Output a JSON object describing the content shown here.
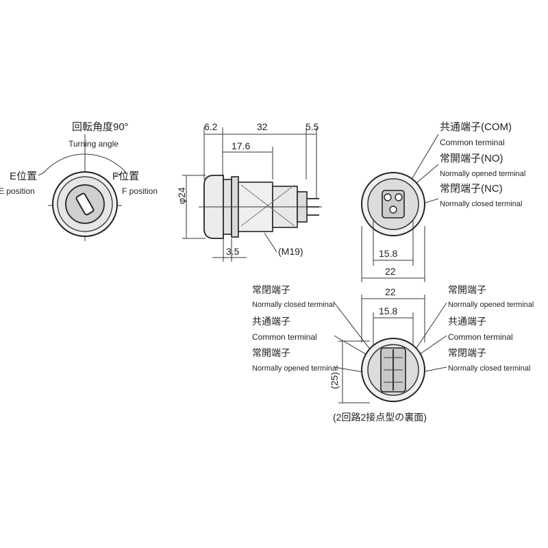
{
  "left_view": {
    "rotation_label": "回転角度90°",
    "rotation_label_en": "Turning angle",
    "e_label": "E位置",
    "e_label_en": "E position",
    "f_label": "F位置",
    "f_label_en": "F position"
  },
  "side_view": {
    "dim_6_2": "6.2",
    "dim_32": "32",
    "dim_5_5": "5.5",
    "dim_17_6": "17.6",
    "dim_phi24": "φ24",
    "dim_3_5": "3.5",
    "thread": "(M19)"
  },
  "rear_view_top": {
    "com_label": "共通端子(COM)",
    "com_label_en": "Common terminal",
    "no_label": "常開端子(NO)",
    "no_label_en": "Normally opened terminal",
    "nc_label": "常閉端子(NC)",
    "nc_label_en": "Normally closed terminal",
    "dim_15_8": "15.8",
    "dim_22": "22"
  },
  "rear_view_bottom": {
    "dim_22": "22",
    "dim_15_8": "15.8",
    "dim_25": "(25)",
    "left_nc": "常閉端子",
    "left_nc_en": "Normally closed terminal",
    "left_com": "共通端子",
    "left_com_en": "Common terminal",
    "left_no": "常開端子",
    "left_no_en": "Normally opened terminal",
    "right_no": "常開端子",
    "right_no_en": "Normally opened terminal",
    "right_com": "共通端子",
    "right_com_en": "Common terminal",
    "right_nc": "常閉端子",
    "right_nc_en": "Normally closed terminal",
    "caption": "(2回路2接点型の裏面)"
  }
}
